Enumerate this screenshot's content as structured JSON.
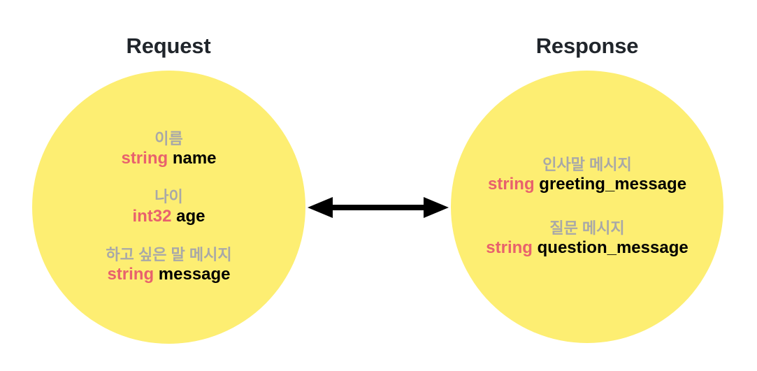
{
  "diagram": {
    "type": "request-response-bubbles",
    "background_color": "#ffffff",
    "bubble_color": "#fdee72",
    "title_color": "#20252b",
    "label_color": "#a8a8a8",
    "type_color": "#e8616d",
    "name_color": "#000000",
    "arrow_color": "#000000"
  },
  "request": {
    "title": "Request",
    "fields": [
      {
        "label": "이름",
        "type": "string",
        "name": "name"
      },
      {
        "label": "나이",
        "type": "int32",
        "name": "age"
      },
      {
        "label": "하고 싶은 말 메시지",
        "type": "string",
        "name": "message"
      }
    ]
  },
  "response": {
    "title": "Response",
    "fields": [
      {
        "label": "인사말 메시지",
        "type": "string",
        "name": "greeting_message"
      },
      {
        "label": "질문 메시지",
        "type": "string",
        "name": "question_message"
      }
    ]
  },
  "connector": {
    "icon": "double-headed-arrow",
    "direction": "bidirectional"
  }
}
